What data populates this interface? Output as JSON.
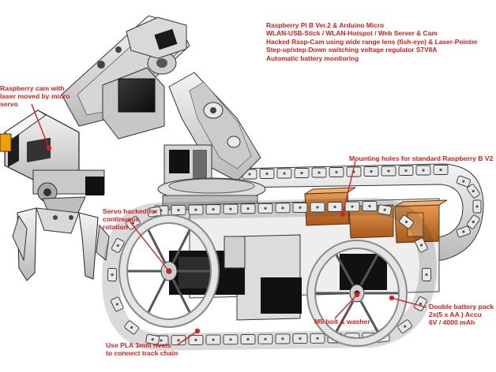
{
  "specs": [
    "Raspberry Pi B Ver.2 & Arduino Micro",
    "WLAN-USB-Stick / WLAN-Hotspot / Web Server & Cam",
    "Hacked Rasp-Cam using wide range lens (fish-eye) & Laser-Pointer",
    "Step-up/step-Down switching voltage regulator S7V8A",
    "Automatic battery monitoring"
  ],
  "labels": {
    "cam": [
      "Raspberry cam with",
      "laser moved by micro",
      "servo"
    ],
    "mounting": "Mounting holes for standard Raspberry B V2",
    "servo": [
      "Servo hacked for",
      "continuous",
      "rotation"
    ],
    "bolt": "M5 bolt & washer",
    "battery": [
      "Double battery pack",
      "2x(5 x AA ) Accu",
      "6V / 4000 mAh"
    ],
    "pla": [
      "Use PLA 3mm rivets",
      "to connect track chain"
    ]
  },
  "colors": {
    "annotation": "#d81e1e",
    "metal_light": "#e6e6e6",
    "metal_mid": "#bdbdbd",
    "metal_dark": "#6e6e6e",
    "servo_black": "#1a1a1a",
    "battery_orange": "#c8742a"
  }
}
